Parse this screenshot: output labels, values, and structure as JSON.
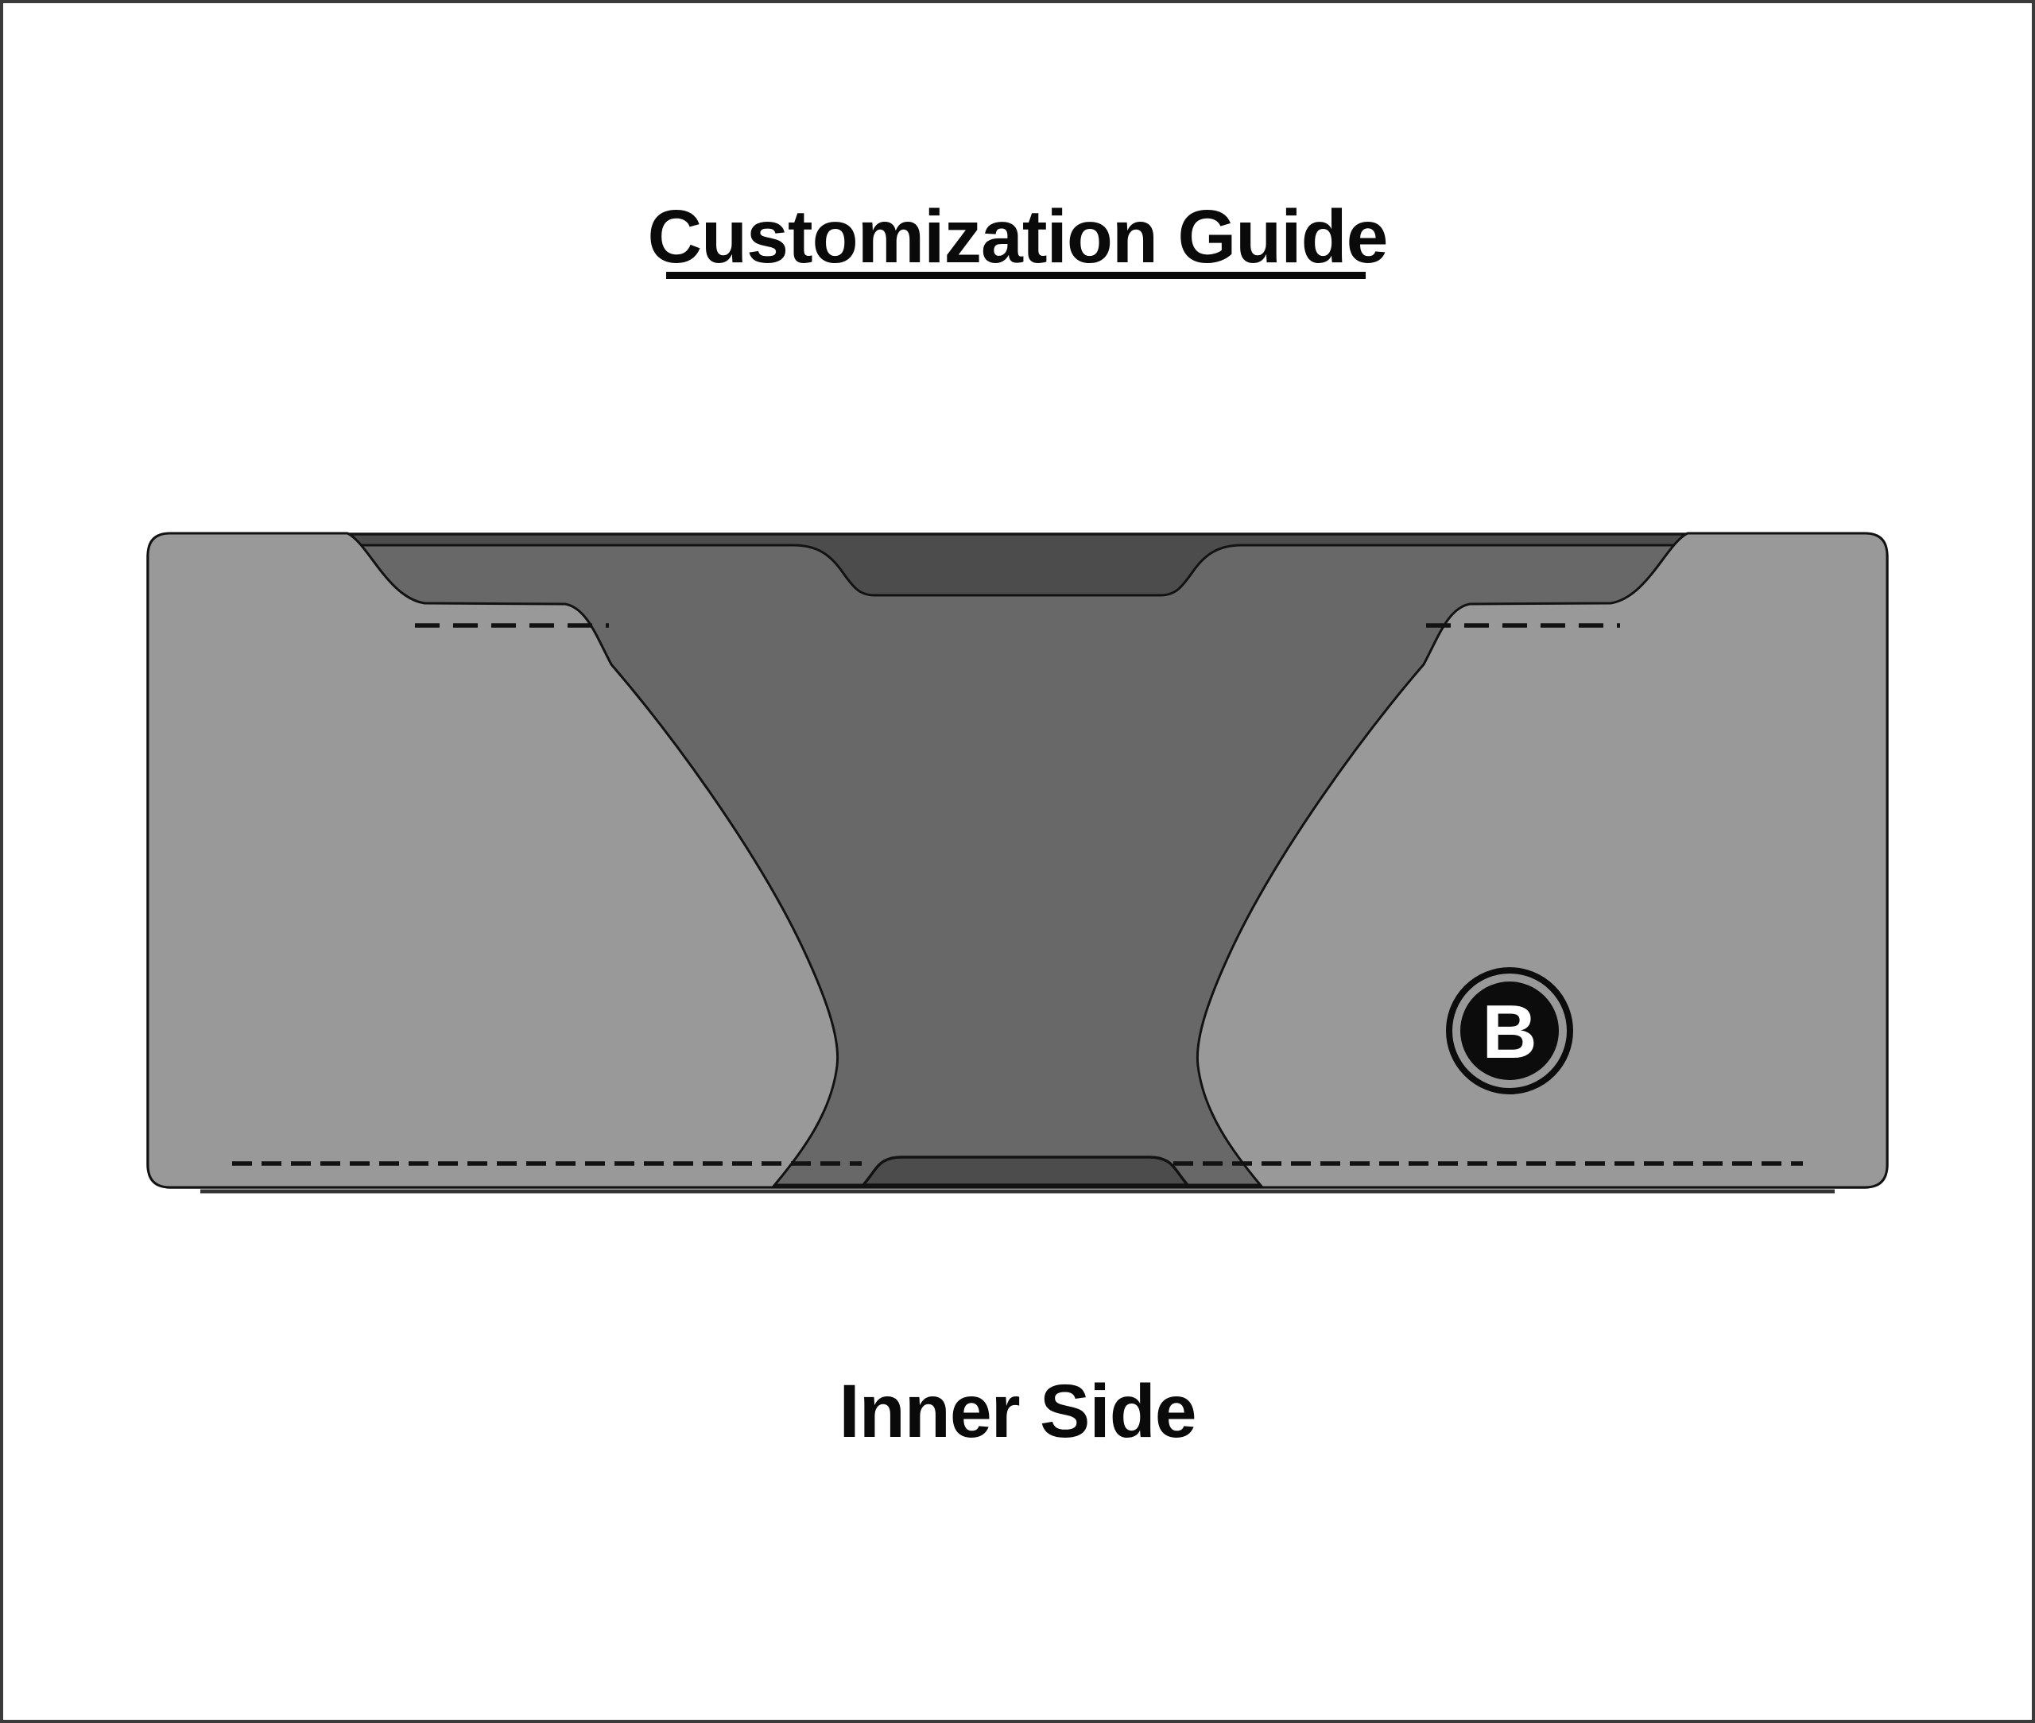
{
  "header": {
    "title": "Customization Guide"
  },
  "footer": {
    "label": "Inner Side"
  },
  "diagram": {
    "subject": "bifold wallet inner side template",
    "badge": {
      "letter": "B"
    },
    "stitch_lines": {
      "style": "dashed",
      "count": 4
    },
    "colors": {
      "canvas_bg": "#ffffff",
      "frame": "#3b3b3b",
      "outline": "#121212",
      "base_dark": "#4c4c4c",
      "body_medium": "#686868",
      "pocket_light": "#999999",
      "badge_fill": "#0c0c0c",
      "badge_letter": "#ffffff",
      "text": "#0a0a0a"
    }
  }
}
